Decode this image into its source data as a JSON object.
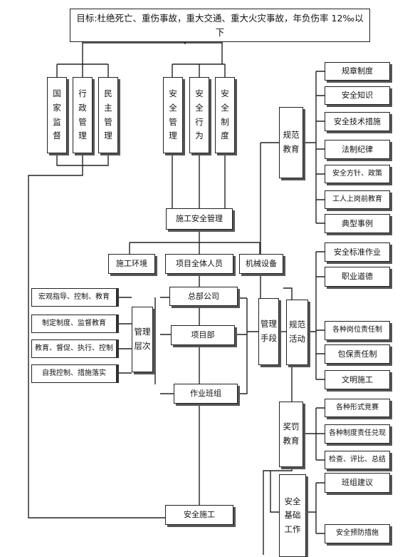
{
  "goal": "目标:杜绝死亡、重伤事故，重大交通、重大火灾事故，年负伤率 12‰以下",
  "left_group": [
    "国家监督",
    "行政管理",
    "民主管理"
  ],
  "mid_group": [
    "安全管理",
    "安全行为",
    "安全制度"
  ],
  "construction_mgmt": "施工安全管理",
  "env": "施工环境",
  "all_staff": "项目全体人员",
  "machinery": "机械设备",
  "levels": [
    "总部公司",
    "项目部",
    "作业班组"
  ],
  "mgmt_levels_label": "管理层次",
  "level_duties": [
    "宏观指导、控制、教育",
    "制定制度、监督教育",
    "教育、督促、执行、控制",
    "自我控制、措施落实"
  ],
  "mgmt_means": "管理手段",
  "norm_edu": {
    "label": "规范教育",
    "items": [
      "规章制度",
      "安全知识",
      "安全技术措施",
      "法制纪律",
      "安全方针、政策",
      "工人上岗前教育",
      "典型事例"
    ]
  },
  "norm_act": {
    "label": "规范活动",
    "items": [
      "安全标准作业",
      "职业道德",
      "各种岗位责任制",
      "包保责任制",
      "文明施工"
    ]
  },
  "reward_edu": {
    "label": "奖罚教育",
    "items": [
      "各种形式竞赛",
      "各种制度责任兑现",
      "检查、评比、总结"
    ]
  },
  "basic_work": {
    "label": "安全基础工作",
    "items": [
      "班组建议",
      "安全预防措施"
    ]
  },
  "safe_construction": "安全施工"
}
